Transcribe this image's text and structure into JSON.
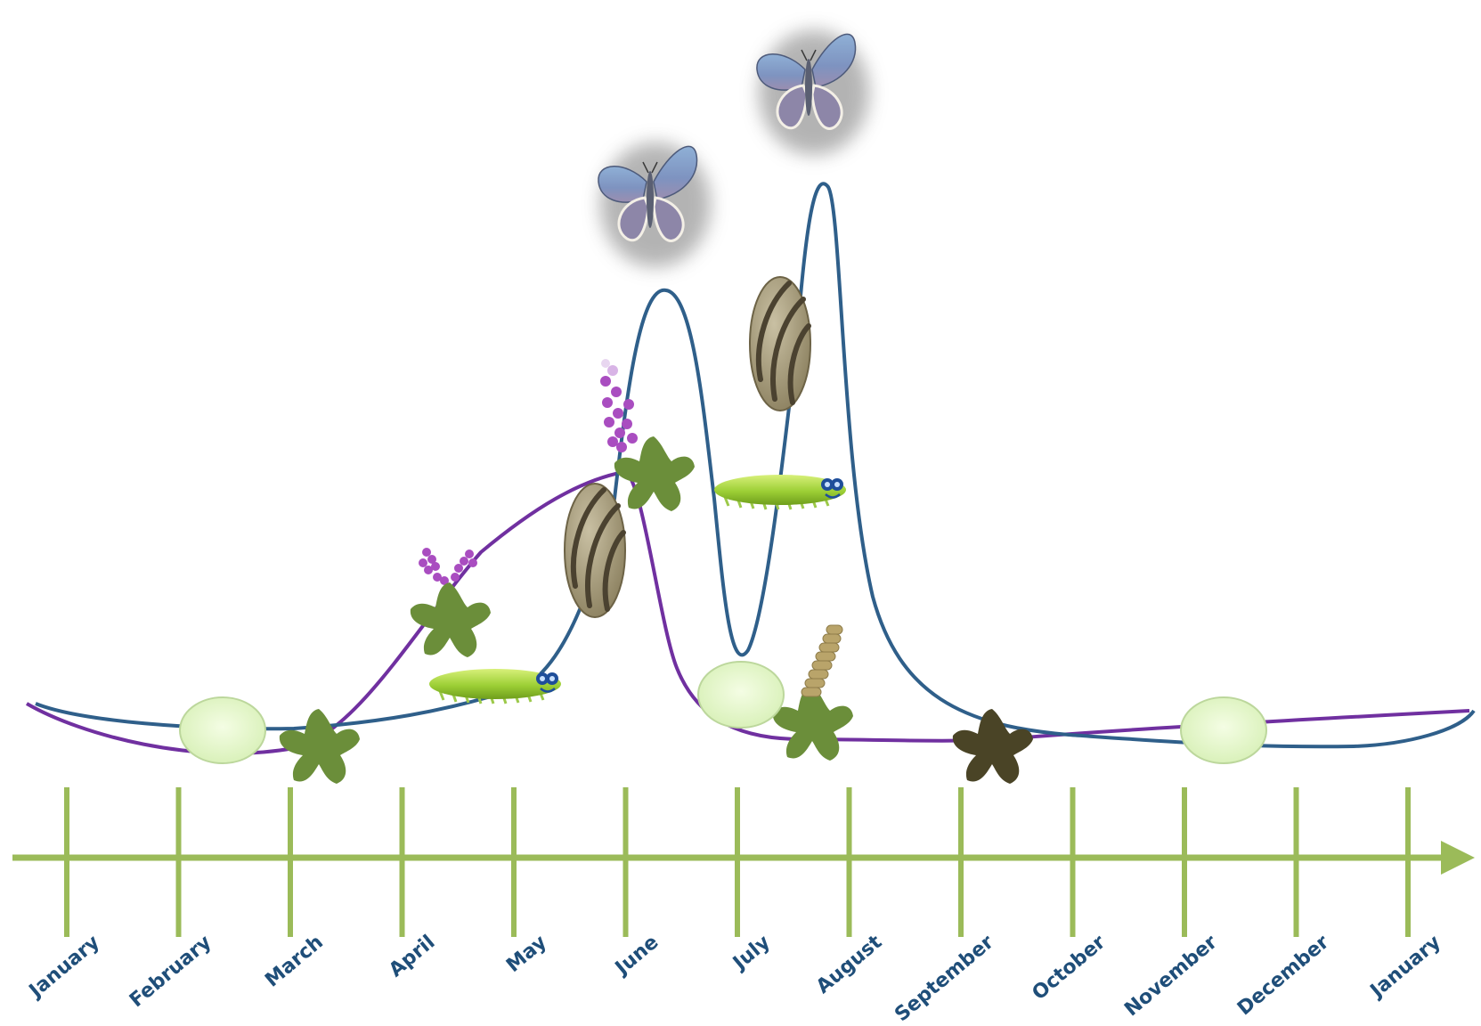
{
  "timeline": {
    "months": [
      "January",
      "February",
      "March",
      "April",
      "May",
      "June",
      "July",
      "August",
      "September",
      "October",
      "November",
      "December",
      "January"
    ],
    "axis_color": "#9bbb59",
    "label_color": "#1f4e79"
  },
  "curves": {
    "blue_color": "#2f5f8a",
    "purple_color": "#7030a0"
  },
  "icons": {
    "egg": "egg-icon",
    "caterpillar": "caterpillar-icon",
    "pupa": "pupa-icon",
    "butterfly": "butterfly-icon",
    "plant_flowering": "flowering-plant-icon",
    "plant_seeding": "seeding-plant-icon",
    "plant_dead": "dead-plant-icon",
    "plant_rosette": "rosette-plant-icon"
  }
}
